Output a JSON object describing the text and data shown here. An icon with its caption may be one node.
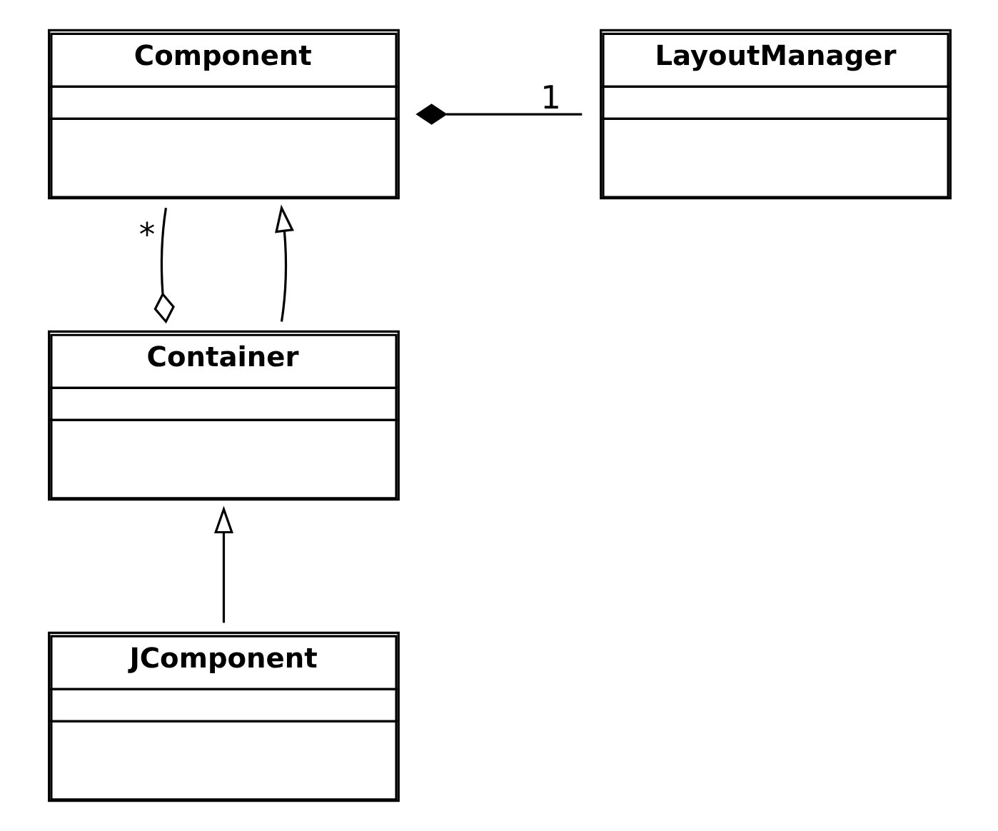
{
  "diagram": {
    "nodes": [
      {
        "text": [
          "Component"
        ]
      },
      {
        "text": [
          "LayoutManager"
        ]
      },
      {
        "text": [
          "Container"
        ]
      },
      {
        "text": [
          "JComponent"
        ]
      }
    ],
    "edges": [
      {
        "from": 0,
        "to": 1,
        "arrow": "other",
        "label": "1"
      },
      {
        "from": 2,
        "to": 0,
        "arrow": "other",
        "label": "*"
      },
      {
        "from": 2,
        "to": 0,
        "arrow": "to"
      },
      {
        "from": 3,
        "to": 2,
        "arrow": "to"
      }
    ]
  }
}
